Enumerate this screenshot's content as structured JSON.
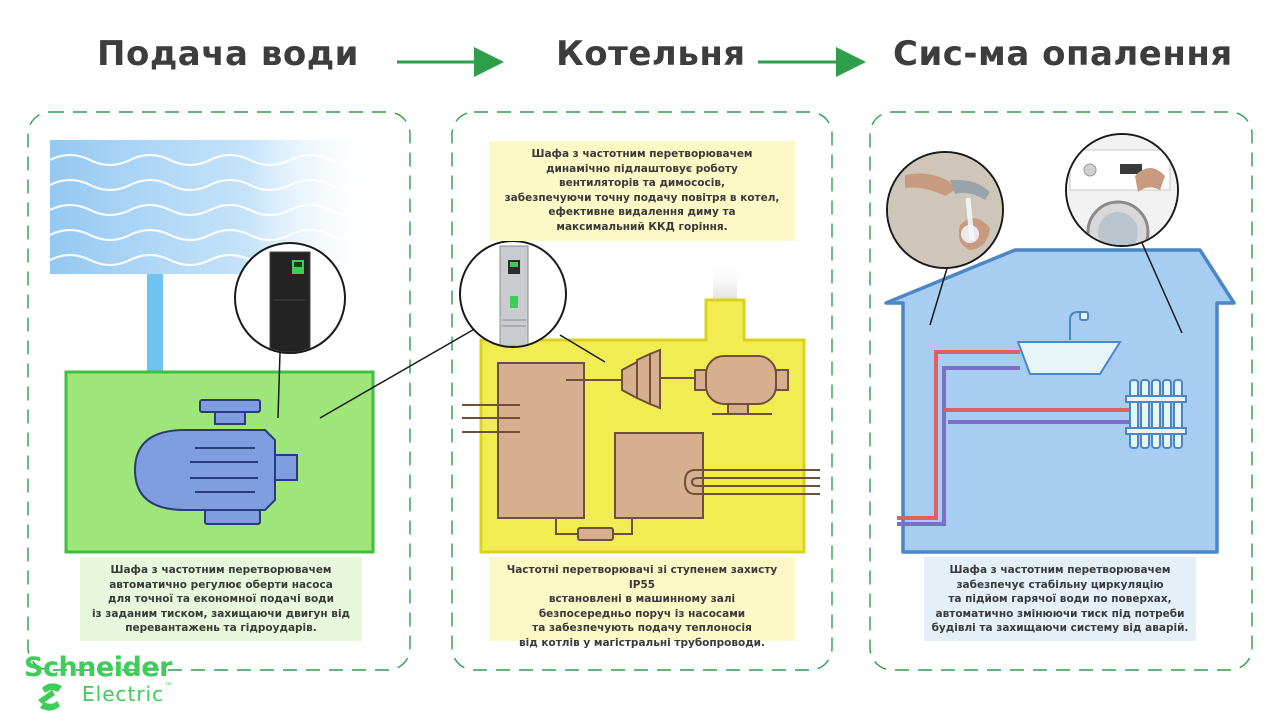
{
  "headings": {
    "water": "Подача води",
    "boiler": "Котельня",
    "heating": "Сис-ма опалення"
  },
  "captions": {
    "water": "Шафа з частотним перетворювачем\nавтоматично регулює оберти насоса\nдля точної та економної подачі води\nіз заданим тиском, захищаючи двигун від\nперевантажень та гідроударів.",
    "boiler_top": "Шафа з частотним перетворювачем\nдинамічно підлаштовує роботу\nвентиляторів та димососів,\nзабезпечуючи точну подачу повітря в котел,\nефективне видалення диму та\nмаксимальний ККД горіння.",
    "boiler_bottom": "Частотні перетворювачі зі ступенем захисту IP55\nвстановлені в машинному залі\nбезпосередньо поруч із насосами\nта забезпечують подачу теплоносія\nвід котлів у магістральні трубопроводи.",
    "heating": "Шафа з частотним перетворювачем\nзабезпечує стабільну циркуляцію\nта підйом гарячої води по поверхах,\nавтоматично змінюючи тиск під потреби\nбудівлі та захищаючи систему від аварій."
  },
  "logo": {
    "name": "Schneider",
    "sub": "Electric",
    "trademark": "™"
  },
  "colors": {
    "green_accent": "#2e9e4a",
    "pump_box": "#9ee67a",
    "pump_border": "#3fbf3f",
    "boiler_box": "#f1ec52",
    "boiler_border": "#d9d21f",
    "house_fill": "#a8cdf2",
    "house_border": "#4b86c7",
    "brand_green": "#3dcd58"
  }
}
